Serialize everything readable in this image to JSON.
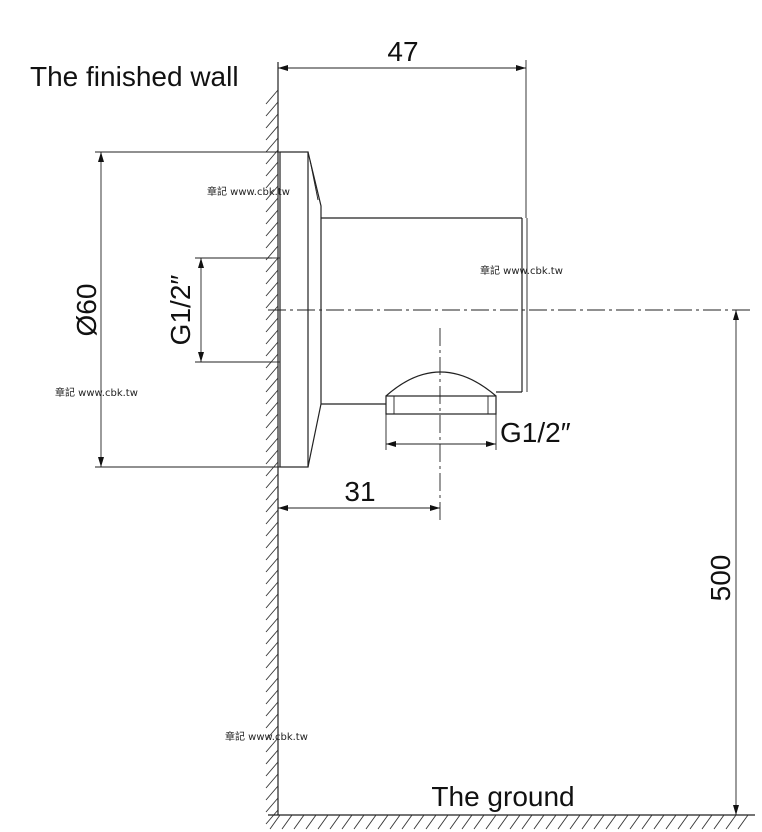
{
  "labels": {
    "wall": "The finished wall",
    "ground": "The ground"
  },
  "dimensions": {
    "overall_depth": "47",
    "flange_diameter": "Ø60",
    "wall_thread": "G1/2″",
    "outlet_thread": "G1/2″",
    "outlet_offset": "31",
    "height_from_ground": "500"
  },
  "watermark": "章記 www.cbk.tw"
}
